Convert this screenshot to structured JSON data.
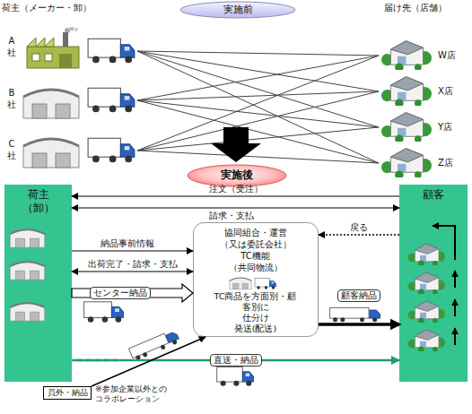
{
  "diagram": {
    "nodes": [
      {
        "text": [
          "実施前"
        ]
      },
      {
        "text": [
          "実施後"
        ]
      },
      {
        "text": [
          "荷主 （卸）"
        ]
      },
      {
        "text": [
          "協同組合・運営 （又は委託会社）",
          "TC機能 （共同物流）",
          "TC商品を方面別・顧 客別に 仕分け 発送(配送)"
        ]
      },
      {
        "text": [
          "顧客"
        ]
      },
      {
        "text": [
          "員外・納品"
        ]
      }
    ],
    "edges": [
      {
        "from": 4,
        "to": 2,
        "label": "注文（受注）",
        "arrow": "to"
      },
      {
        "from": 2,
        "to": 4,
        "label": "請求・支払",
        "arrow": "both"
      },
      {
        "from": 2,
        "to": 3,
        "label": "納品事前情報",
        "arrow": "to"
      },
      {
        "from": 2,
        "to": 3,
        "label": "出荷完了・請求・支払",
        "arrow": "both"
      },
      {
        "from": 2,
        "to": 3,
        "label": "センター納品",
        "arrow": "to"
      },
      {
        "from": 4,
        "to": 3,
        "label": "戻る",
        "arrow": "to"
      },
      {
        "from": 3,
        "to": 4,
        "label": "顧客納品",
        "arrow": "to"
      },
      {
        "from": 2,
        "to": 4,
        "label": "直送・納品",
        "arrow": "to"
      },
      {
        "from": 5,
        "to": 3,
        "arrow": "to"
      }
    ],
    "labels": [
      "荷主（メーカー・卸）",
      "届け先（店舗）",
      "A 社",
      "W店",
      "B 社",
      "X店",
      "C 社",
      "Y店",
      "Z店",
      "※参加企業以外との コラボレーション"
    ]
  }
}
